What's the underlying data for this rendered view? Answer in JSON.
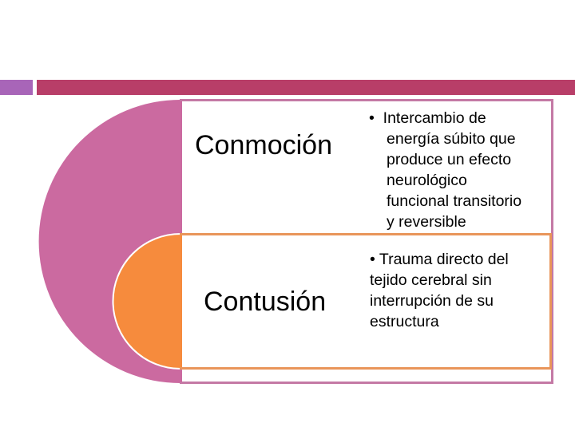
{
  "slide": {
    "header": {
      "accent_square_color": "#a865b8",
      "accent_bar_color": "#b83e68"
    },
    "diagram": {
      "outer_color": "#cb6aa0",
      "outer_border_color": "#c479a5",
      "inner_color": "#f68b3d",
      "inner_border_color": "#e9955a",
      "items": [
        {
          "label": "Conmoción",
          "bullet": "•",
          "description_lines": [
            "Intercambio de",
            "energía súbito que",
            "produce un efecto",
            "neurológico",
            "funcional transitorio",
            "y reversible"
          ]
        },
        {
          "label": "Contusión",
          "bullet": "•",
          "description_lines": [
            "Trauma directo del",
            "tejido cerebral sin",
            "interrupción de su",
            "estructura"
          ]
        }
      ]
    }
  }
}
